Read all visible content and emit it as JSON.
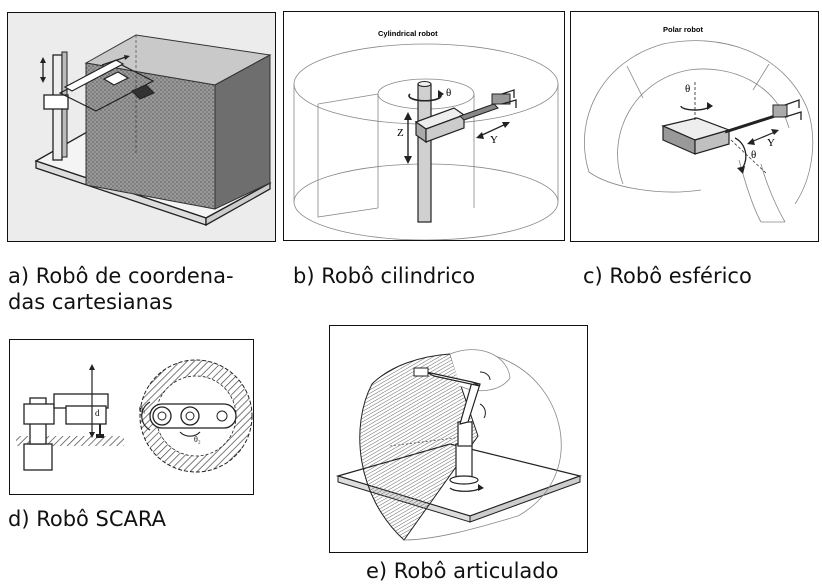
{
  "panels": {
    "a": {
      "caption_line1": "a) Robô de coordena-",
      "caption_line2": "das cartesianas"
    },
    "b": {
      "title": "Cylindrical robot",
      "caption": "b) Robô cilindrico",
      "labels": {
        "theta": "θ",
        "z": "Z",
        "y": "Y"
      }
    },
    "c": {
      "title": "Polar robot",
      "caption": "c) Robô esférico",
      "labels": {
        "theta_top": "θ",
        "theta_side": "θ",
        "y": "Y"
      }
    },
    "d": {
      "caption": "d) Robô SCARA",
      "labels": {
        "d": "d",
        "theta1": "θ₁",
        "theta2": "θ₂"
      }
    },
    "e": {
      "caption": "e) Robô articulado"
    }
  },
  "colors": {
    "stroke": "#222222",
    "light_stroke": "#888888",
    "shade": "#555555",
    "panel_a_bg": "#ececec"
  }
}
